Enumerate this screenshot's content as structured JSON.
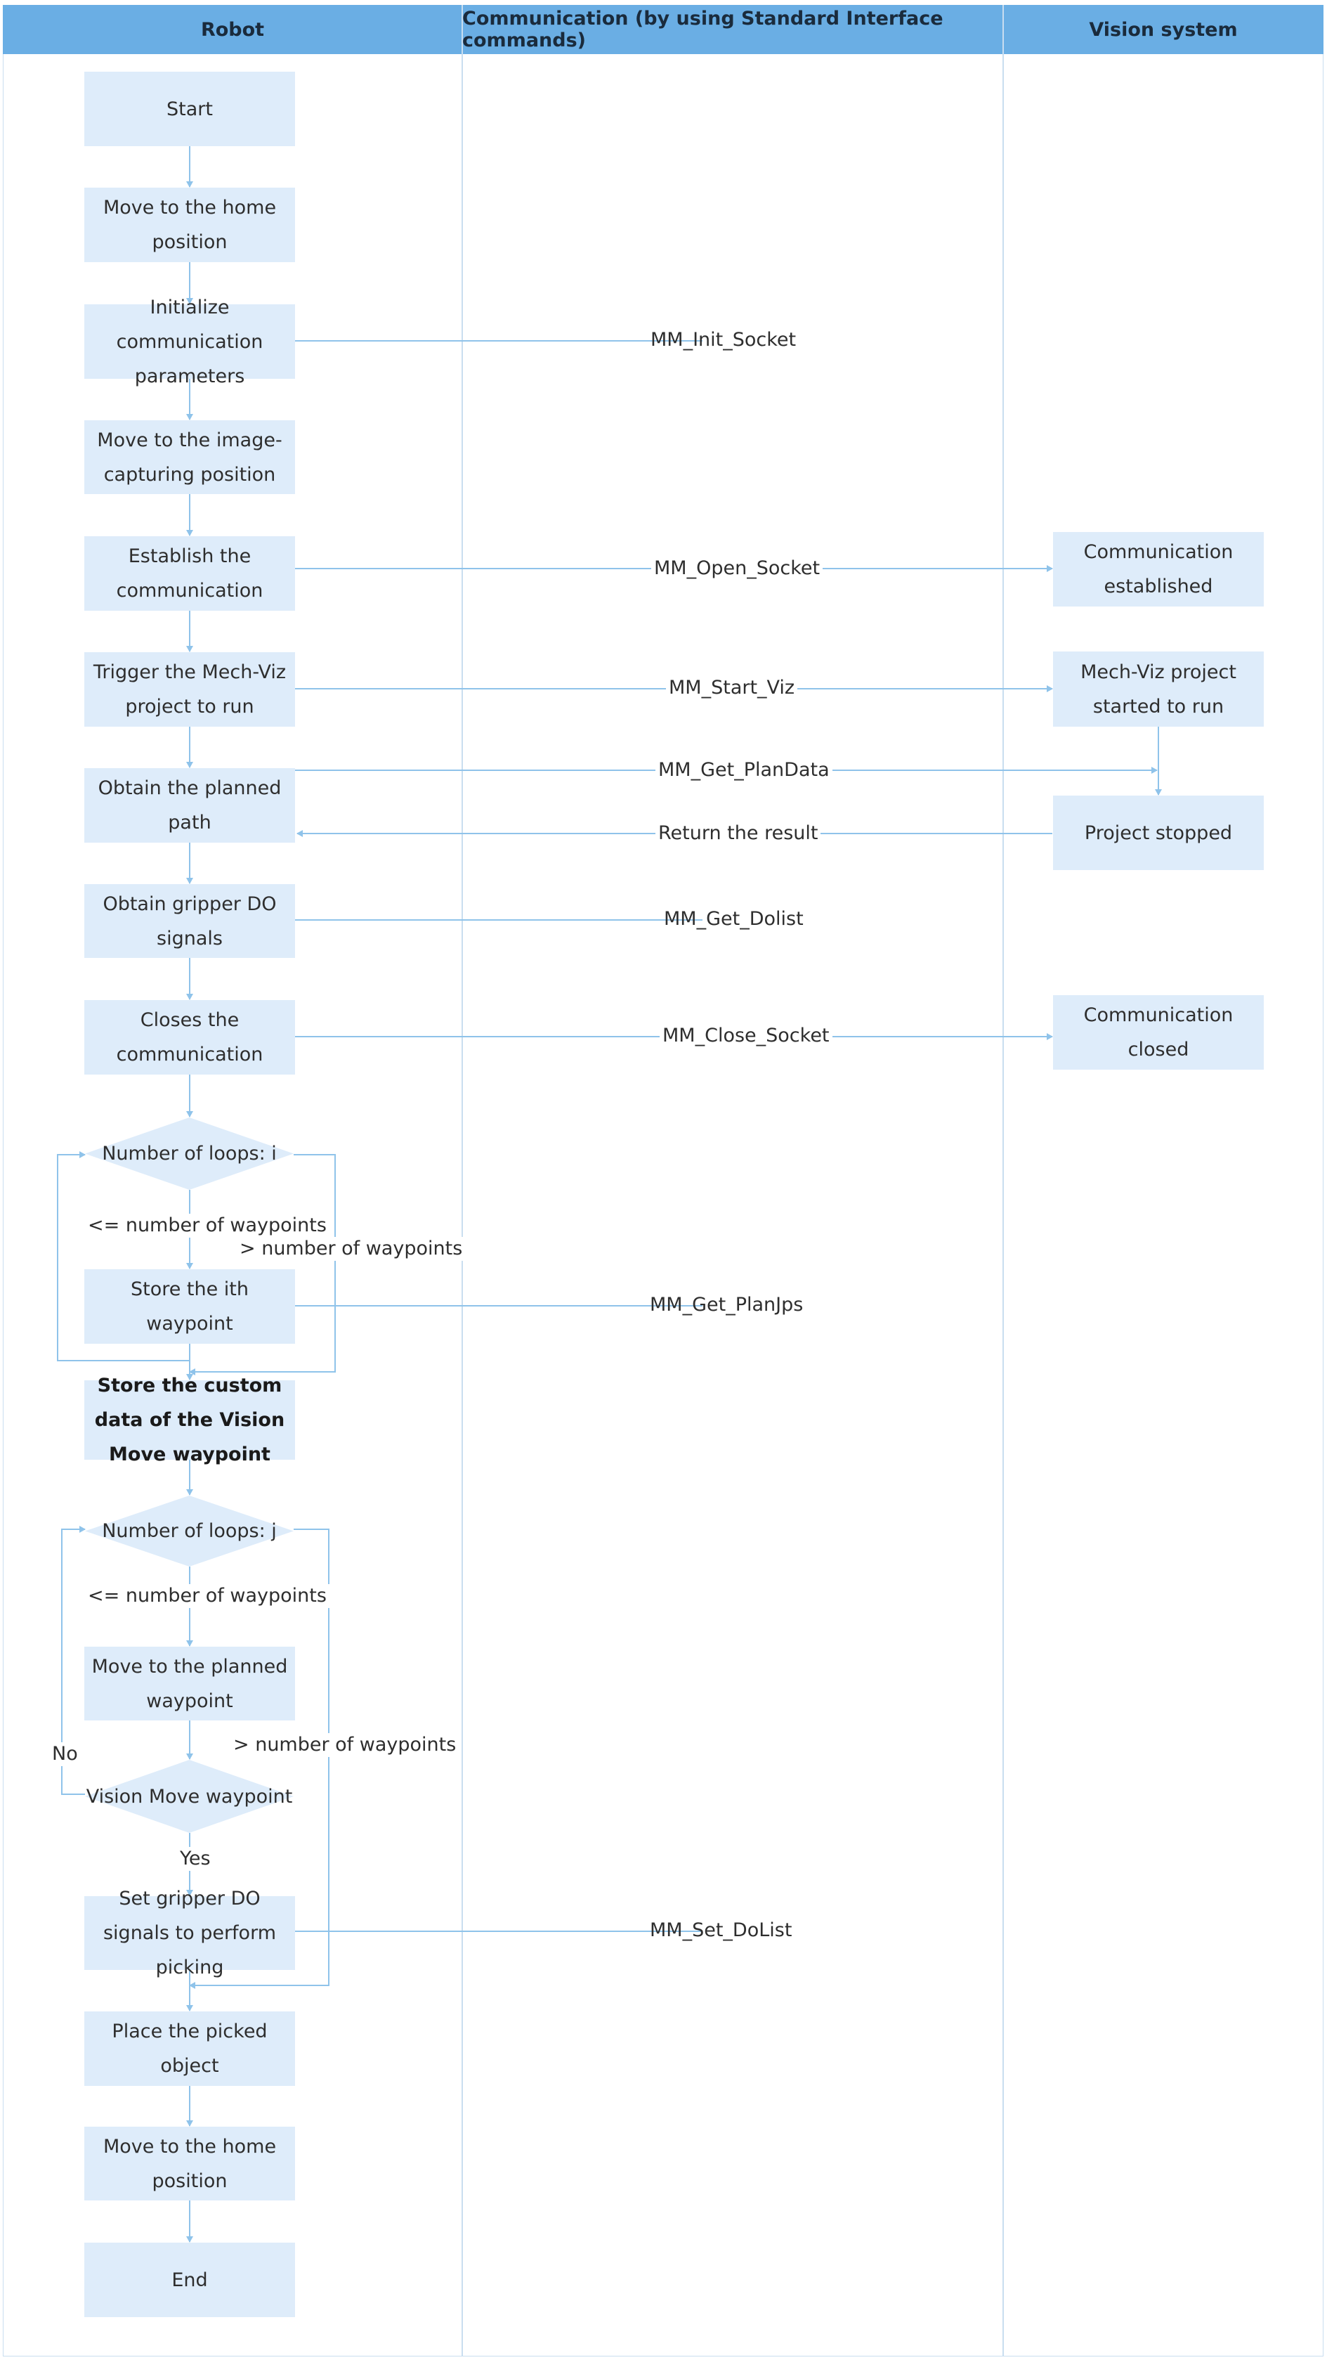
{
  "header": {
    "col_robot": "Robot",
    "col_communication": "Communication (by using Standard Interface commands)",
    "col_vision": "Vision system"
  },
  "nodes": {
    "start": "Start",
    "move_home": "Move to the home position",
    "init_comm": "Initialize communication parameters",
    "move_capture": "Move to the image-capturing position",
    "establish_comm": "Establish the communication",
    "trigger_viz": "Trigger the Mech-Viz project to run",
    "obtain_path": "Obtain the planned path",
    "obtain_do": "Obtain gripper DO signals",
    "close_comm": "Closes the communication",
    "loop_i": "Number of loops: i",
    "store_waypoint": "Store the ith waypoint",
    "store_custom": "Store the custom data of the Vision Move waypoint",
    "loop_j": "Number of loops: j",
    "move_planned": "Move to the planned waypoint",
    "vision_move": "Vision Move waypoint",
    "set_do": "Set gripper DO signals to perform picking",
    "place_object": "Place the picked object",
    "move_home_end": "Move to the home position",
    "end": "End",
    "comm_established": "Communication established",
    "viz_started": "Mech-Viz project started to run",
    "project_stopped": "Project stopped",
    "comm_closed": "Communication closed"
  },
  "commands": {
    "init_socket": "MM_Init_Socket",
    "open_socket": "MM_Open_Socket",
    "start_viz": "MM_Start_Viz",
    "get_plandata": "MM_Get_PlanData",
    "return_result": "Return the result",
    "get_dolist": "MM_Get_Dolist",
    "close_socket": "MM_Close_Socket",
    "get_planjps": "MM_Get_PlanJps",
    "set_dolist": "MM_Set_DoList"
  },
  "branch_labels": {
    "le_waypoints_i": "<= number of waypoints",
    "gt_waypoints_i": "> number of waypoints",
    "le_waypoints_j": "<= number of waypoints",
    "gt_waypoints_j": "> number of waypoints",
    "no": "No",
    "yes": "Yes"
  },
  "colors": {
    "header": "#6aaee4",
    "node_fill": "#deecfa",
    "connector": "#8fc3ea",
    "divider": "#c9def0"
  }
}
